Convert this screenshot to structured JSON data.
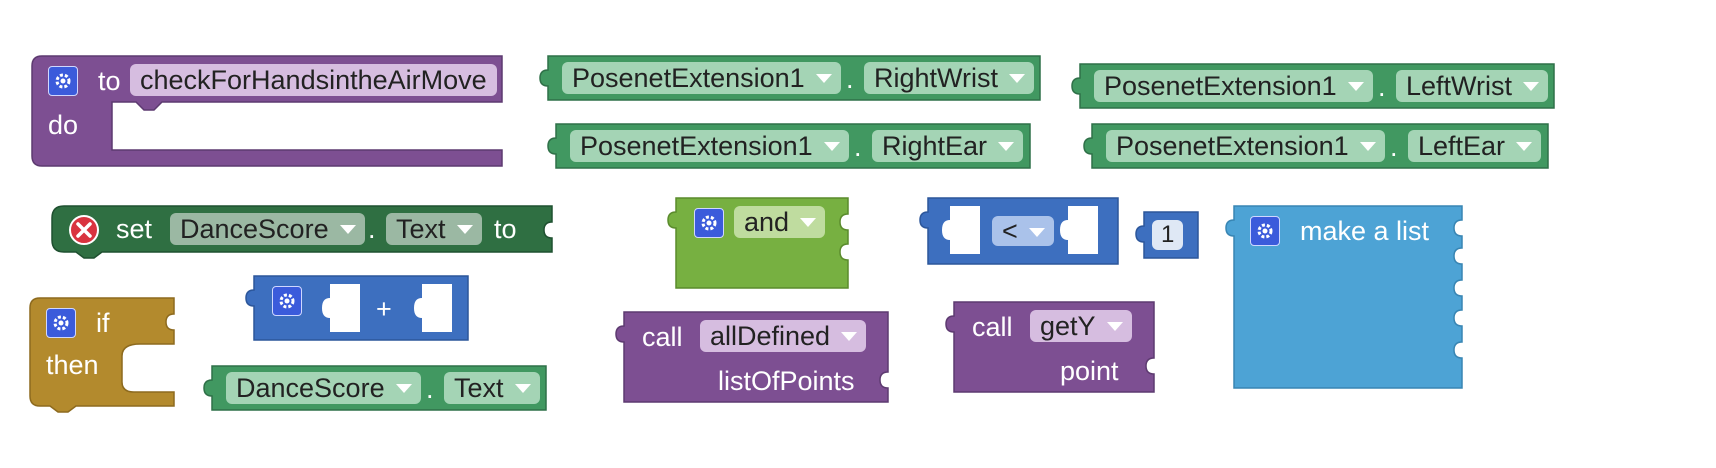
{
  "procedure": {
    "to_label": "to",
    "name": "checkForHandsintheAirMove",
    "do_label": "do"
  },
  "component_getters": [
    {
      "component": "PosenetExtension1",
      "property": "RightWrist"
    },
    {
      "component": "PosenetExtension1",
      "property": "LeftWrist"
    },
    {
      "component": "PosenetExtension1",
      "property": "RightEar"
    },
    {
      "component": "PosenetExtension1",
      "property": "LeftEar"
    }
  ],
  "setter": {
    "set_label": "set",
    "component": "DanceScore",
    "property": "Text",
    "to_label": "to"
  },
  "if_block": {
    "if_label": "if",
    "then_label": "then"
  },
  "plus_block": {
    "operator": "+"
  },
  "text_getter": {
    "component": "DanceScore",
    "property": "Text"
  },
  "and_block": {
    "operator": "and"
  },
  "call_alldefined": {
    "call_label": "call",
    "procedure": "allDefined",
    "arg": "listOfPoints"
  },
  "compare_block": {
    "operator": "<"
  },
  "number_block": {
    "value": "1"
  },
  "call_gety": {
    "call_label": "call",
    "procedure": "getY",
    "arg": "point"
  },
  "list_block": {
    "label": "make a list"
  },
  "colors": {
    "procedure": "#7d4f92",
    "component": "#419861",
    "setter": "#2f6f42",
    "control": "#b38a2d",
    "math": "#3d6fbf",
    "logic": "#77b041",
    "list": "#4da3d5"
  }
}
